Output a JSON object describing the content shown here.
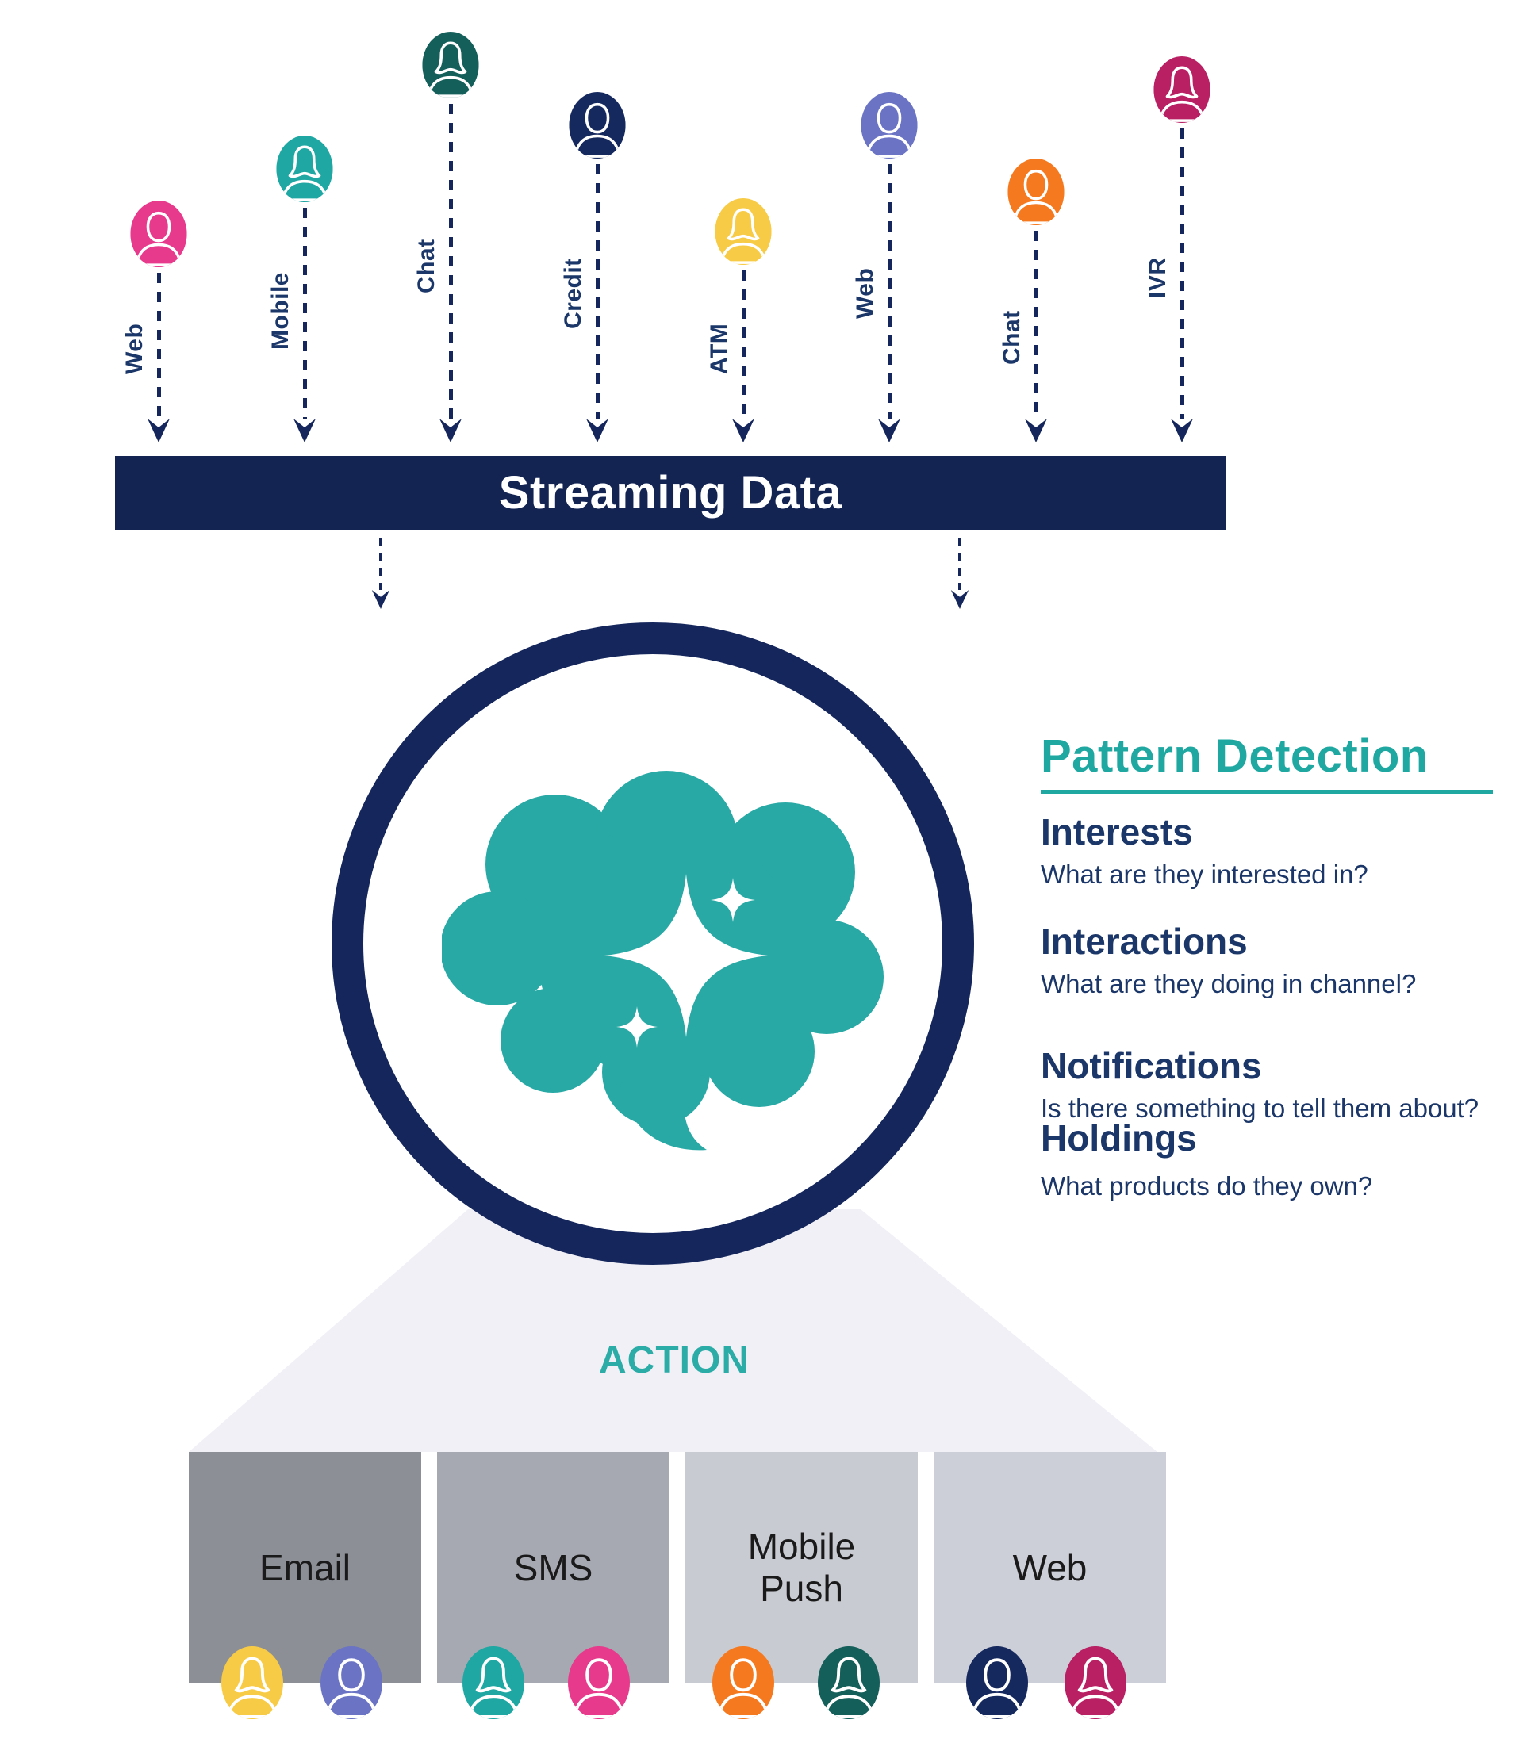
{
  "palette": {
    "pink": "#E83A8C",
    "teal": "#1FA7A3",
    "dark_teal": "#145F5A",
    "navy": "#16295F",
    "yellow": "#F8CB46",
    "purple": "#6B74C4",
    "orange": "#F5791F",
    "magenta": "#B92064",
    "line_navy": "#14265C",
    "bar_navy": "#132453",
    "text_navy": "#1B3668",
    "heading_teal": "#1EA8A1",
    "action_teal": "#2BACA7",
    "brain_teal": "#28A9A5",
    "funnel": "#F1F0F6",
    "box_email": "#8C8F96",
    "box_sms": "#A6A9B1",
    "box_push": "#C9CBD2",
    "box_web": "#CDCFD8"
  },
  "channels": [
    {
      "label": "Web",
      "user": "male",
      "color": "pink"
    },
    {
      "label": "Mobile",
      "user": "female",
      "color": "teal"
    },
    {
      "label": "Chat",
      "user": "female",
      "color": "dark_teal"
    },
    {
      "label": "Credit",
      "user": "male",
      "color": "navy"
    },
    {
      "label": "ATM",
      "user": "female",
      "color": "yellow"
    },
    {
      "label": "Web",
      "user": "male",
      "color": "purple"
    },
    {
      "label": "Chat",
      "user": "male",
      "color": "orange"
    },
    {
      "label": "IVR",
      "user": "female",
      "color": "magenta"
    }
  ],
  "streaming_bar": {
    "label": "Streaming Data"
  },
  "brain": {
    "icon": "brain-sparkle-icon"
  },
  "pattern_detection": {
    "title": "Pattern Detection",
    "items": [
      {
        "title": "Interests",
        "question": "What are they interested in?"
      },
      {
        "title": "Interactions",
        "question": "What are they doing in channel?"
      },
      {
        "title": "Notifications",
        "question": "Is there something to tell them about?"
      },
      {
        "title": "Holdings",
        "question": "What products do they own?"
      }
    ]
  },
  "action": {
    "label": "ACTION",
    "channels": [
      {
        "label": "Email",
        "avatars": [
          {
            "user": "female",
            "color": "yellow"
          },
          {
            "user": "male",
            "color": "purple"
          }
        ]
      },
      {
        "label": "SMS",
        "avatars": [
          {
            "user": "female",
            "color": "teal"
          },
          {
            "user": "male",
            "color": "pink"
          }
        ]
      },
      {
        "label": "Mobile Push",
        "avatars": [
          {
            "user": "male",
            "color": "orange"
          },
          {
            "user": "female",
            "color": "dark_teal"
          }
        ]
      },
      {
        "label": "Web",
        "avatars": [
          {
            "user": "male",
            "color": "navy"
          },
          {
            "user": "female",
            "color": "magenta"
          }
        ]
      }
    ]
  }
}
